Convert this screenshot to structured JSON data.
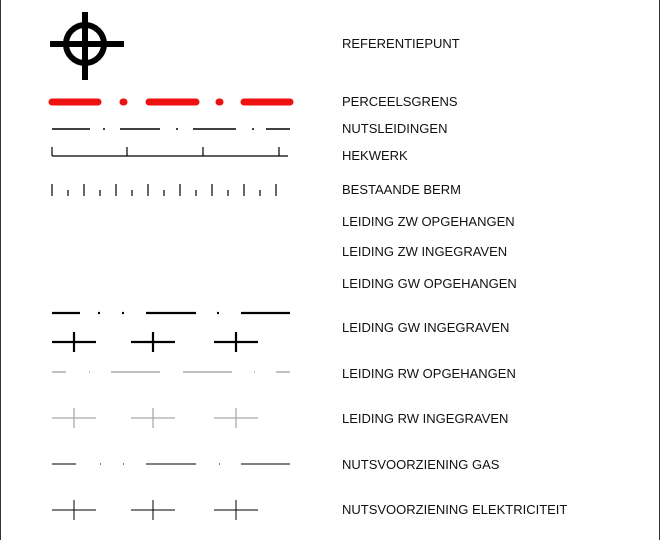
{
  "colors": {
    "frame": "#333333",
    "black": "#000000",
    "red": "#ee1111",
    "grey": "#aaaaaa"
  },
  "legend": {
    "items": [
      {
        "id": "referentiepunt",
        "label": "REFERENTIEPUNT",
        "symbol": "crosshair-circle"
      },
      {
        "id": "perceelsgrens",
        "label": "PERCEELSGRENS",
        "symbol": "red-dash-dot-line"
      },
      {
        "id": "nutsleidingen",
        "label": "NUTSLEIDINGEN",
        "symbol": "dash-dot-line"
      },
      {
        "id": "hekwerk",
        "label": "HEKWERK",
        "symbol": "line-with-ticks"
      },
      {
        "id": "bestaande-berm",
        "label": "BESTAANDE BERM",
        "symbol": "tick-row"
      },
      {
        "id": "leiding-zw-opgehangen",
        "label": "LEIDING ZW OPGEHANGEN",
        "symbol": "none"
      },
      {
        "id": "leiding-zw-ingegraven",
        "label": "LEIDING ZW INGEGRAVEN",
        "symbol": "none"
      },
      {
        "id": "leiding-gw-opgehangen",
        "label": "LEIDING GW OPGEHANGEN",
        "symbol": "none"
      },
      {
        "id": "leiding-gw-ingegraven",
        "label": "LEIDING GW INGEGRAVEN",
        "symbol": "black-dash-dot-and-crosses"
      },
      {
        "id": "leiding-rw-opgehangen",
        "label": "LEIDING RW OPGEHANGEN",
        "symbol": "grey-dash-dot-line"
      },
      {
        "id": "leiding-rw-ingegraven",
        "label": "LEIDING RW INGEGRAVEN",
        "symbol": "grey-crosses"
      },
      {
        "id": "nutsvoorziening-gas",
        "label": "NUTSVOORZIENING GAS",
        "symbol": "thin-dash-dot-line"
      },
      {
        "id": "nutsvoorziening-elektriciteit",
        "label": "NUTSVOORZIENING ELEKTRICITEIT",
        "symbol": "thin-crosses"
      }
    ]
  }
}
